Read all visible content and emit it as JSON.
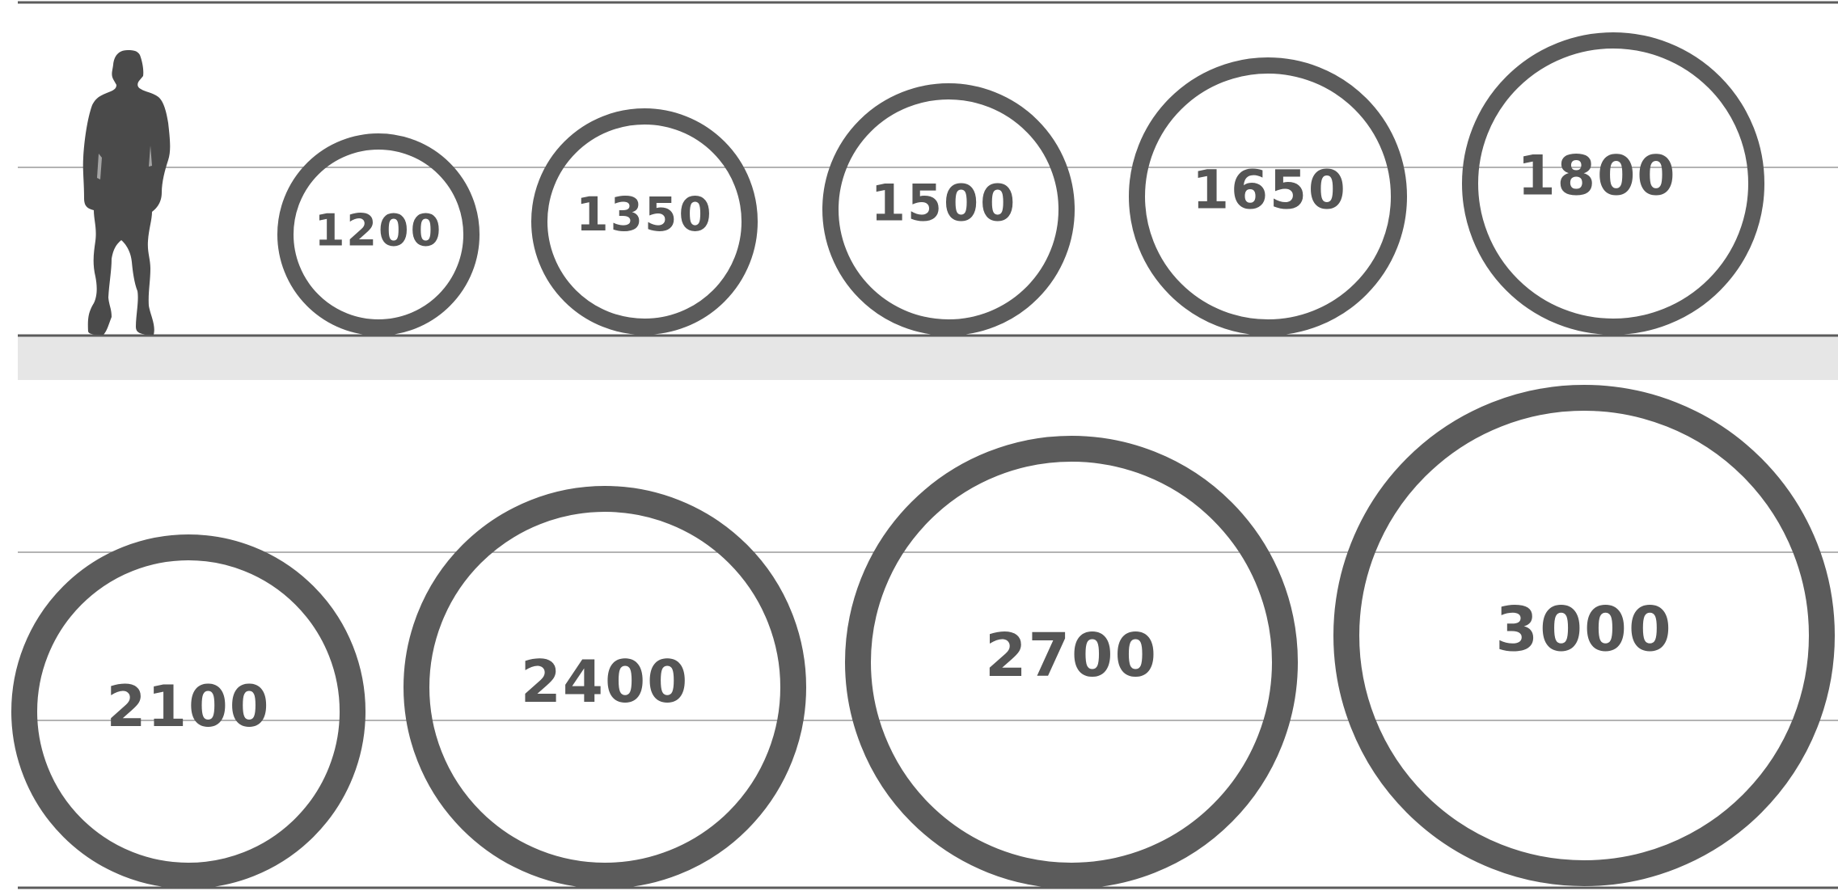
{
  "colors": {
    "ring": "#5b5b5b",
    "label": "#555555",
    "guide_line": "#9a9a9a",
    "ground_line": "#5b5b5b",
    "ground_band": "#e6e6e6",
    "figure": "#4a4a4a"
  },
  "icons": {
    "scale_figure": "standing-person-silhouette-icon"
  },
  "rows": [
    {
      "sizes": [
        "1200",
        "1350",
        "1500",
        "1650",
        "1800"
      ]
    },
    {
      "sizes": [
        "2100",
        "2400",
        "2700",
        "3000"
      ]
    }
  ]
}
